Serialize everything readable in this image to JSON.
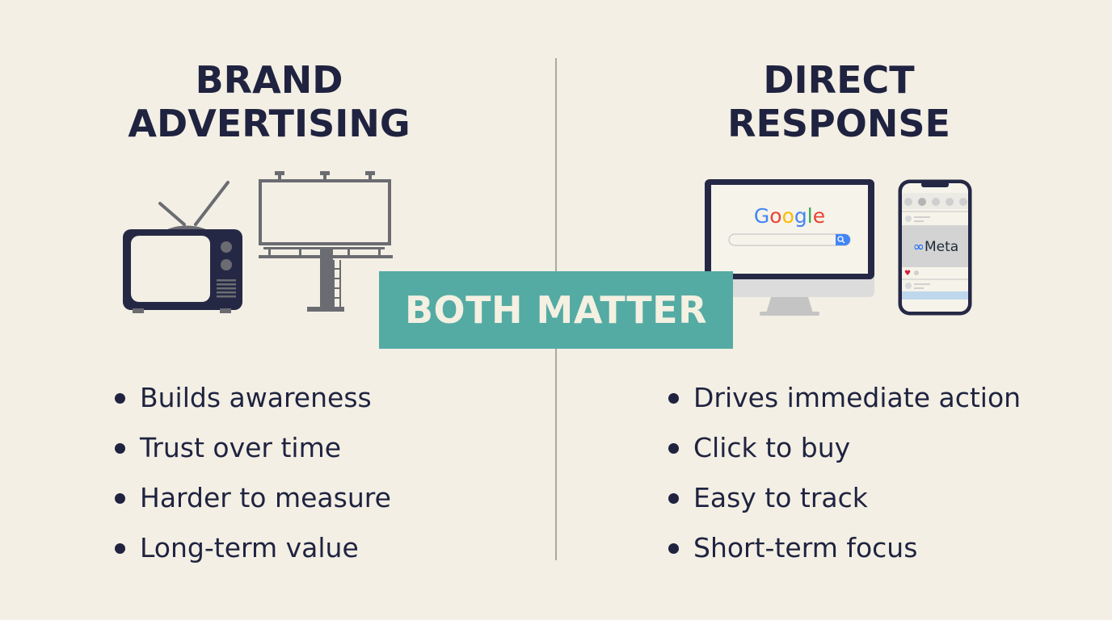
{
  "left": {
    "title_line1": "BRAND",
    "title_line2": "ADVERTISING",
    "icons": [
      "tv-icon",
      "billboard-icon"
    ],
    "bullets": [
      "Builds awareness",
      "Trust over time",
      "Harder to measure",
      "Long-term value"
    ]
  },
  "right": {
    "title_line1": "DIRECT",
    "title_line2": "RESPONSE",
    "icons": [
      "desktop-monitor-icon",
      "smartphone-icon"
    ],
    "monitor_logo": "Google",
    "phone_logo": "Meta",
    "bullets": [
      "Drives immediate action",
      "Click to buy",
      "Easy to track",
      "Short-term focus"
    ]
  },
  "banner": {
    "label": "BOTH MATTER"
  },
  "colors": {
    "background": "#f3efe4",
    "text": "#1f2340",
    "banner": "#54aba3",
    "icon_gray": "#6b6c72",
    "google_blue": "#4285f4",
    "google_red": "#ea4335",
    "google_yellow": "#fbbc05",
    "google_green": "#34a853",
    "meta_blue": "#0866ff"
  }
}
